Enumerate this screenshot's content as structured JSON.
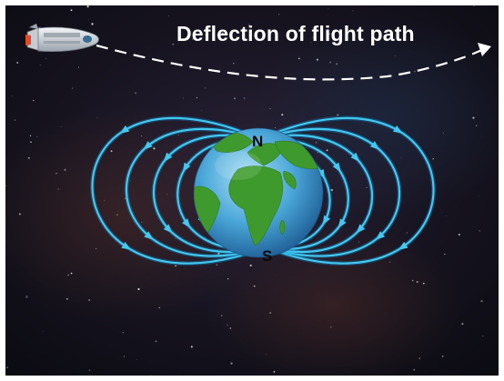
{
  "title": "Deflection of flight path",
  "poles": {
    "north": "N",
    "south": "S"
  },
  "colors": {
    "field_line": "#44c8f0",
    "field_glow": "#0a8fd0",
    "space_background": "#141322",
    "ocean": "#4aa6d8",
    "land": "#3e9a2c",
    "flight_path": "#ffffff"
  },
  "icons": {
    "spacecraft": "spacecraft-icon",
    "earth": "earth-globe",
    "arrow": "arrowhead-icon"
  }
}
